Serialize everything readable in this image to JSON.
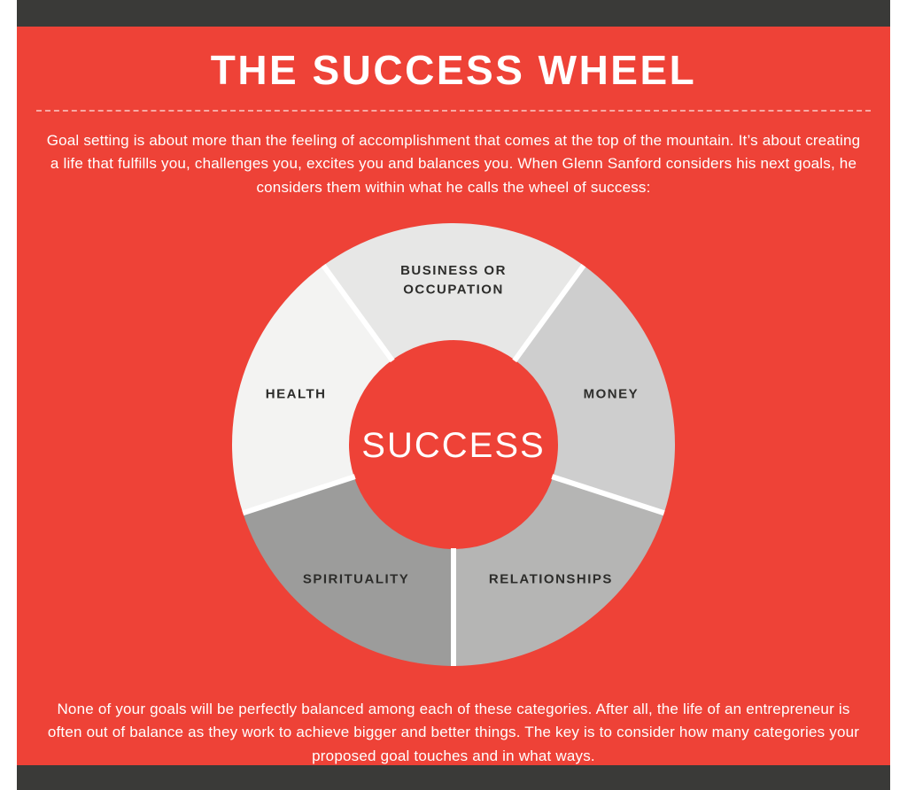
{
  "page": {
    "title": "THE SUCCESS WHEEL",
    "intro": "Goal setting is about more than the feeling of accomplishment that comes at the top of the mountain. It’s about creating a life that fulfills you, challenges you, excites you and balances you. When Glenn Sanford considers his next goals, he considers them within what he calls the wheel of success:",
    "outro": "None of your goals will be perfectly balanced among each of these categories. After all, the life of an entrepreneur is often out of balance as they work to achieve bigger and better things. The key is to consider how many categories your proposed goal touches and in what ways."
  },
  "colors": {
    "background_red": "#ee4237",
    "bar_dark": "#3a3a38",
    "text_light": "#ffffff",
    "label_dark": "#2d2d2b",
    "divider": "rgba(255,255,255,0.55)"
  },
  "chart_data": {
    "type": "pie",
    "variant": "donut",
    "title": "THE SUCCESS WHEEL",
    "center_label": "SUCCESS",
    "legend_position": "on-segment",
    "segments": [
      {
        "label": "BUSINESS OR OCCUPATION",
        "label_lines": [
          "BUSINESS OR",
          "OCCUPATION"
        ],
        "value": 20,
        "color": "#e7e7e6",
        "start_deg": -36,
        "end_deg": 36
      },
      {
        "label": "MONEY",
        "label_lines": [
          "MONEY"
        ],
        "value": 20,
        "color": "#cecece",
        "start_deg": 36,
        "end_deg": 108
      },
      {
        "label": "RELATIONSHIPS",
        "label_lines": [
          "RELATIONSHIPS"
        ],
        "value": 20,
        "color": "#b5b5b4",
        "start_deg": 108,
        "end_deg": 180
      },
      {
        "label": "SPIRITUALITY",
        "label_lines": [
          "SPIRITUALITY"
        ],
        "value": 20,
        "color": "#9c9c9b",
        "start_deg": 180,
        "end_deg": 252
      },
      {
        "label": "HEALTH",
        "label_lines": [
          "HEALTH"
        ],
        "value": 20,
        "color": "#f3f3f2",
        "start_deg": 252,
        "end_deg": 324
      }
    ]
  }
}
